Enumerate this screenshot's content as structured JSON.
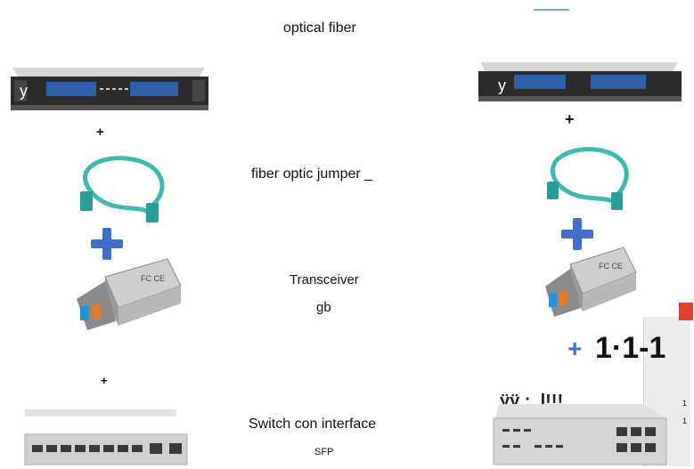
{
  "labels": {
    "optical_fiber": "optical fiber",
    "jumper": "fiber optic jumper _",
    "transceiver": "Transceiver",
    "gb": "gb",
    "switch": "Switch con interface",
    "sfp": "SFP"
  },
  "plus": "+",
  "right_number": "1·1-1",
  "right_switch_text": "ÿÿ.;_l!!!",
  "panel_text": "y",
  "side_ticks": [
    "1",
    "1"
  ],
  "colors": {
    "blue_plus": "#3f6fc8",
    "cable": "#3fb8b0",
    "sfp_tab": "#2b8fd6",
    "sfp_orange": "#e07b2a"
  }
}
